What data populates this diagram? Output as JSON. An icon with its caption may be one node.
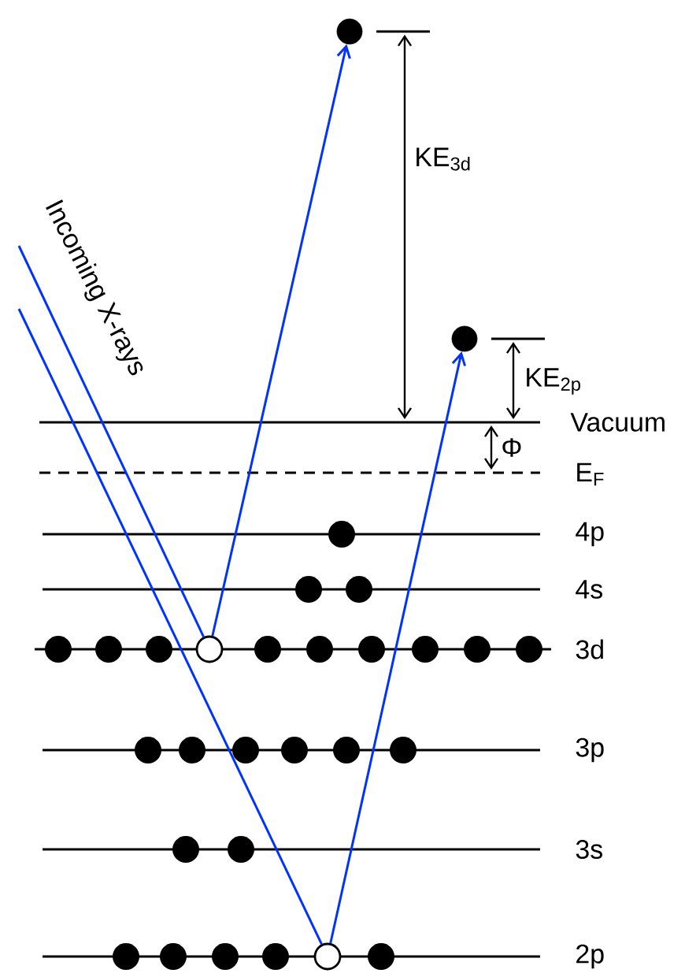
{
  "diagram": {
    "nodes": [
      {
        "text": [
          "Incoming X-rays"
        ]
      },
      {
        "text": [],
        "shape": "circle"
      },
      {
        "text": [],
        "shape": "circle"
      },
      {
        "text": [],
        "shape": "circle"
      },
      {
        "text": [],
        "shape": "circle"
      }
    ],
    "edges": [
      {
        "from": 0,
        "to": 3,
        "arrow": "none"
      },
      {
        "from": 0,
        "to": 4,
        "arrow": "none"
      },
      {
        "from": 3,
        "to": 1,
        "arrow": "to"
      },
      {
        "from": 4,
        "to": 2,
        "arrow": "to"
      }
    ],
    "labels": [
      "KE$_{3d}$",
      "KE$_{2p}$",
      "Vacuum",
      "Φ",
      "E$_{F}$",
      "4p",
      "4s",
      "3d",
      "3p",
      "3s",
      "2p"
    ]
  }
}
